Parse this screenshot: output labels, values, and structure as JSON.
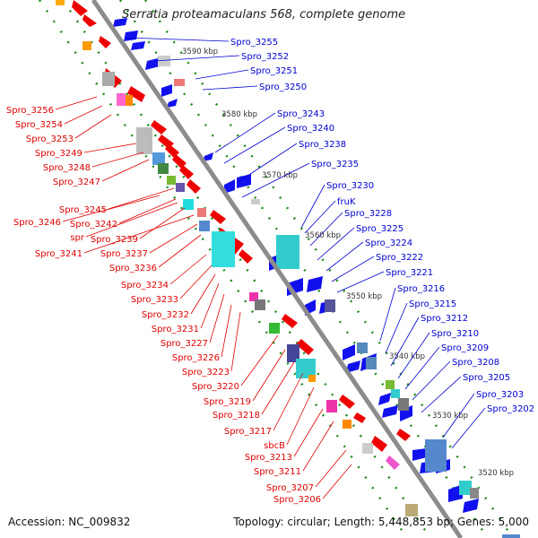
{
  "title": "Serratia proteamaculans 568, complete genome",
  "footer": {
    "accession": "Accession: NC_009832",
    "summary": "Topology: circular; Length: 5,448,853 bp; Genes: 5,000"
  },
  "colors": {
    "backbone": "#8c8c8c",
    "left_label": "#e00000",
    "right_label": "#0000d0",
    "dots": "#1a8a1a",
    "kbp_label": "#333333"
  },
  "kbp_markers": [
    {
      "label": "3590 kbp"
    },
    {
      "label": "3580 kbp"
    },
    {
      "label": "3570 kbp"
    },
    {
      "label": "3560 kbp"
    },
    {
      "label": "3550 kbp"
    },
    {
      "label": "3540 kbp"
    },
    {
      "label": "3530 kbp"
    },
    {
      "label": "3520 kbp"
    }
  ],
  "left_genes": [
    "Spro_3256",
    "Spro_3254",
    "Spro_3253",
    "Spro_3249",
    "Spro_3248",
    "Spro_3247",
    "Spro_3245",
    "Spro_3246",
    "Spro_3242",
    "spr",
    "Spro_3239",
    "Spro_3241",
    "Spro_3237",
    "Spro_3236",
    "Spro_3234",
    "Spro_3233",
    "Spro_3232",
    "Spro_3231",
    "Spro_3227",
    "Spro_3226",
    "Spro_3223",
    "Spro_3220",
    "Spro_3219",
    "Spro_3218",
    "Spro_3217",
    "sbcB",
    "Spro_3213",
    "Spro_3211",
    "Spro_3207",
    "Spro_3206"
  ],
  "right_genes": [
    "Spro_3255",
    "Spro_3252",
    "Spro_3251",
    "Spro_3250",
    "Spro_3243",
    "Spro_3240",
    "Spro_3238",
    "Spro_3235",
    "Spro_3230",
    "fruK",
    "Spro_3228",
    "Spro_3225",
    "Spro_3224",
    "Spro_3222",
    "Spro_3221",
    "Spro_3216",
    "Spro_3215",
    "Spro_3212",
    "Spro_3210",
    "Spro_3209",
    "Spro_3208",
    "Spro_3205",
    "Spro_3203",
    "Spro_3202"
  ]
}
